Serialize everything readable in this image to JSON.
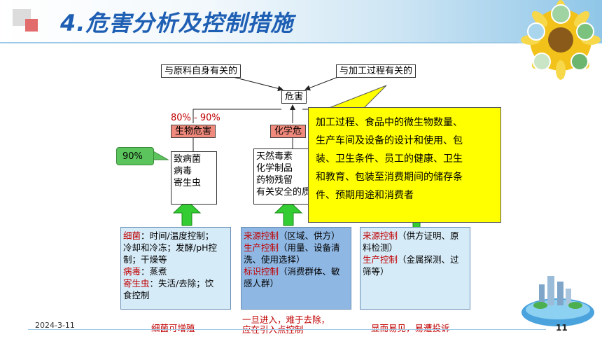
{
  "title": "4.危害分析及控制措施",
  "top_labels": {
    "raw": "与原料自身有关的",
    "process": "与加工过程有关的"
  },
  "hazard": "危害",
  "percent_80_90": "80% - 90%",
  "bio_hazard": "生物危害",
  "chem_hazard": "化学危",
  "percent_90": "90%",
  "bio_items": [
    "致病菌",
    "病毒",
    "寄生虫"
  ],
  "chem_items": [
    "天然毒素",
    "化学制品",
    "药物残留",
    "有关安全的质"
  ],
  "callout_lines": [
    "加工过程、食品中的微生物数量、",
    "生产车间及设备的设计和使用、包",
    "装、卫生条件、员工的健康、卫生",
    "和教育、包装至消费期间的储存条",
    "件、预期用途和消费者"
  ],
  "control_bio": {
    "bacteria_label": "细菌",
    "bacteria_text_1": "：时间/温度控制；",
    "bacteria_text_2": "冷却和冷冻；发酵/pH控",
    "bacteria_text_3": "制；干燥等",
    "virus_label": "病毒",
    "virus_text": "：蒸煮",
    "parasite_label": "寄生虫",
    "parasite_text_1": "：失活/去除；饮",
    "parasite_text_2": "食控制"
  },
  "control_chem": {
    "source_label": "来源控制",
    "source_text": "（区域、供方）",
    "prod_label": "生产控制",
    "prod_text_1": "（用量、设备清",
    "prod_text_2": "洗、使用选择）",
    "mark_label": "标识控制",
    "mark_text_1": "（消费群体、敏",
    "mark_text_2": "感人群）"
  },
  "control_phys": {
    "source_label": "来源控制",
    "source_text_1": "（供方证明、原",
    "source_text_2": "料检测）",
    "prod_label": "生产控制",
    "prod_text_1": "（金属探测、过",
    "prod_text_2": "筛等）"
  },
  "bottom_notes": {
    "bio": "细菌可增殖",
    "chem_1": "一旦进入，难于去除，",
    "chem_2": "应在引入点控制",
    "phys": "显而易见，易遭投诉"
  },
  "date": "2024-3-11",
  "page_number": "11",
  "colors": {
    "title": "#1e5fb4",
    "red_text": "#c00000",
    "callout": "#ffff00",
    "arrow_green": "#33cc33"
  }
}
